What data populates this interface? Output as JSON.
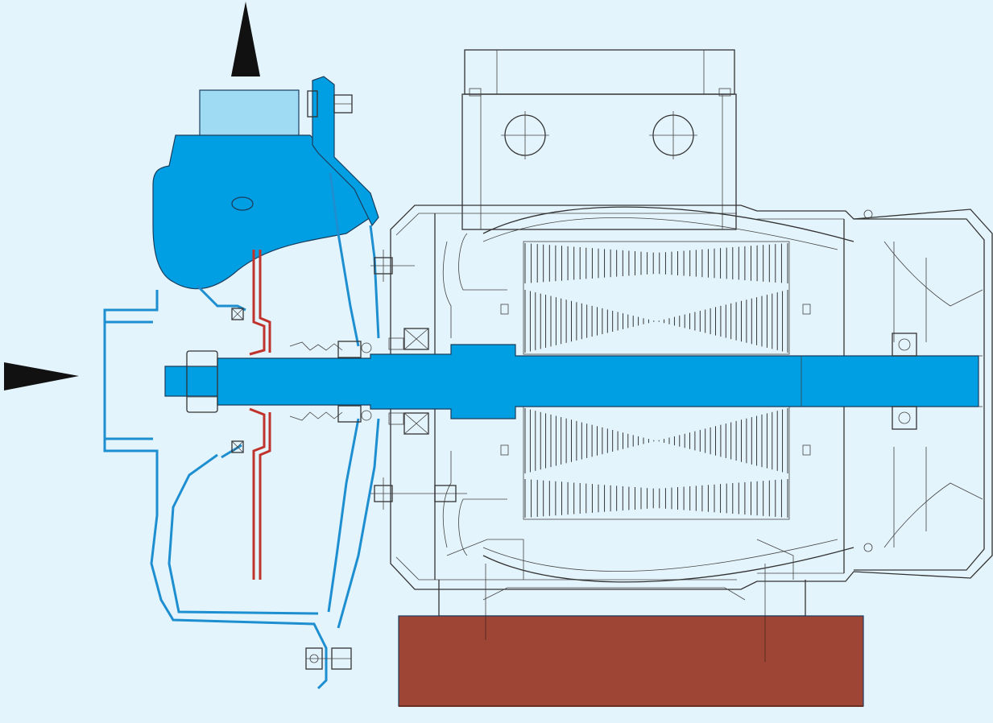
{
  "colors": {
    "background": "#e4f4fc",
    "pump_casing": "#009fe3",
    "outlet_flange": "#9fdcf3",
    "shaft": "#009fe3",
    "impeller": "#c0322c",
    "base": "#9e4535",
    "flow_arrow": "#111111",
    "line": "#333333"
  },
  "icons": {
    "outlet_arrow": "arrow-up-icon",
    "inlet_arrow": "arrow-right-icon"
  },
  "windings": {
    "upper_outer_lines": 44,
    "upper_inner_lines": 52,
    "lower_inner_lines": 52,
    "lower_outer_lines": 44
  }
}
